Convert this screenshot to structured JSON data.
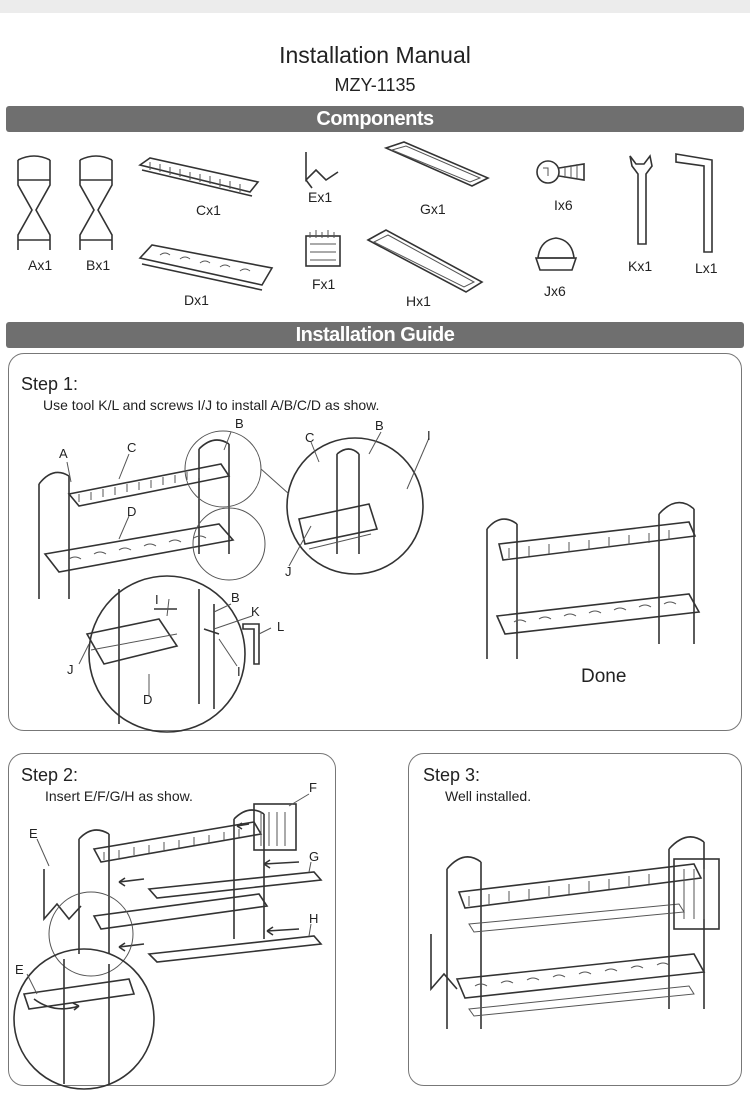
{
  "header": {
    "title": "Installation Manual",
    "model": "MZY-1135"
  },
  "sections": {
    "components": "Components",
    "guide": "Installation Guide"
  },
  "components": {
    "a": "Ax1",
    "b": "Bx1",
    "c": "Cx1",
    "d": "Dx1",
    "e": "Ex1",
    "f": "Fx1",
    "g": "Gx1",
    "h": "Hx1",
    "i": "Ix6",
    "j": "Jx6",
    "k": "Kx1",
    "l": "Lx1"
  },
  "step1": {
    "title": "Step 1:",
    "desc": "Use tool K/L and screws I/J to install A/B/C/D as show.",
    "done": "Done",
    "callouts": {
      "a": "A",
      "b": "B",
      "c": "C",
      "d": "D",
      "i": "I",
      "j": "J",
      "k": "K",
      "l": "L"
    }
  },
  "step2": {
    "title": "Step 2:",
    "desc": "Insert E/F/G/H as show.",
    "callouts": {
      "e": "E",
      "f": "F",
      "g": "G",
      "h": "H"
    }
  },
  "step3": {
    "title": "Step 3:",
    "desc": "Well installed."
  }
}
